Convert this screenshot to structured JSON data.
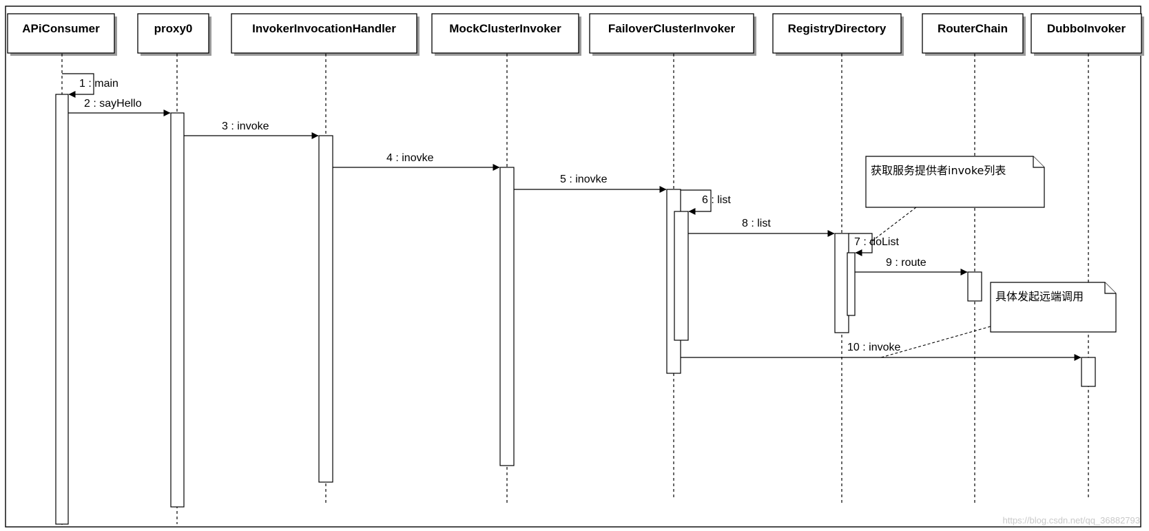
{
  "lifelines": [
    {
      "id": "apiconsumer",
      "name": "APiConsumer"
    },
    {
      "id": "proxy0",
      "name": "proxy0"
    },
    {
      "id": "invokerinvocationhandler",
      "name": "InvokerInvocationHandler"
    },
    {
      "id": "mockclusterinvoker",
      "name": "MockClusterInvoker"
    },
    {
      "id": "failoverclusterinvoker",
      "name": "FailoverClusterInvoker"
    },
    {
      "id": "registrydirectory",
      "name": "RegistryDirectory"
    },
    {
      "id": "routerchain",
      "name": "RouterChain"
    },
    {
      "id": "dubboinvoker",
      "name": "DubboInvoker"
    }
  ],
  "messages": [
    {
      "label": "1 : main",
      "from": "apiconsumer",
      "to": "apiconsumer",
      "self": true
    },
    {
      "label": "2 : sayHello",
      "from": "apiconsumer",
      "to": "proxy0"
    },
    {
      "label": "3 : invoke",
      "from": "proxy0",
      "to": "invokerinvocationhandler"
    },
    {
      "label": "4 : inovke",
      "from": "invokerinvocationhandler",
      "to": "mockclusterinvoker"
    },
    {
      "label": "5 : inovke",
      "from": "mockclusterinvoker",
      "to": "failoverclusterinvoker"
    },
    {
      "label": "6 : list",
      "from": "failoverclusterinvoker",
      "to": "failoverclusterinvoker",
      "self": true
    },
    {
      "label": "8 : list",
      "from": "failoverclusterinvoker",
      "to": "registrydirectory"
    },
    {
      "label": "7 : doList",
      "from": "registrydirectory",
      "to": "registrydirectory",
      "self": true
    },
    {
      "label": "9 : route",
      "from": "registrydirectory",
      "to": "routerchain"
    },
    {
      "label": "10 : invoke",
      "from": "failoverclusterinvoker",
      "to": "dubboinvoker"
    }
  ],
  "notes": [
    {
      "id": "note-provider-list",
      "text": "获取服务提供者invoke列表"
    },
    {
      "id": "note-remote-call",
      "text": "具体发起远端调用"
    }
  ],
  "watermark": "https://blog.csdn.net/qq_36882793"
}
